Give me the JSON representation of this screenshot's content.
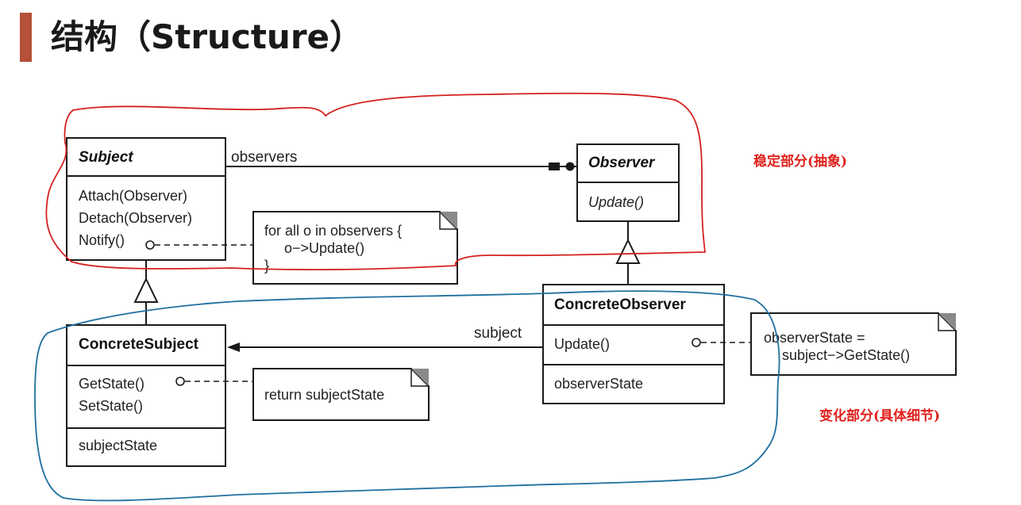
{
  "slide": {
    "title": "结构（Structure）",
    "accent_color": "#b5503a"
  },
  "classes": {
    "subject": {
      "name": "Subject",
      "methods": [
        "Attach(Observer)",
        "Detach(Observer)",
        "Notify()"
      ]
    },
    "observer": {
      "name": "Observer",
      "methods": [
        "Update()"
      ]
    },
    "concrete_subject": {
      "name": "ConcreteSubject",
      "methods": [
        "GetState()",
        "SetState()"
      ],
      "attributes": [
        "subjectState"
      ]
    },
    "concrete_observer": {
      "name": "ConcreteObserver",
      "methods": [
        "Update()"
      ],
      "attributes": [
        "observerState"
      ]
    }
  },
  "notes": {
    "notify": [
      "for all o in observers {",
      "o−>Update()",
      "}"
    ],
    "get_state": [
      "return subjectState"
    ],
    "update": [
      "observerState =",
      "subject−>GetState()"
    ]
  },
  "associations": {
    "observers": "observers",
    "subject": "subject"
  },
  "annotations": {
    "stable": {
      "text": "稳定部分(抽象)",
      "color": "#e0201c"
    },
    "changing": {
      "text": "变化部分(具体细节)",
      "color": "#e0201c"
    }
  },
  "outline_colors": {
    "stable": "#d42020",
    "changing": "#1f6fa0"
  }
}
